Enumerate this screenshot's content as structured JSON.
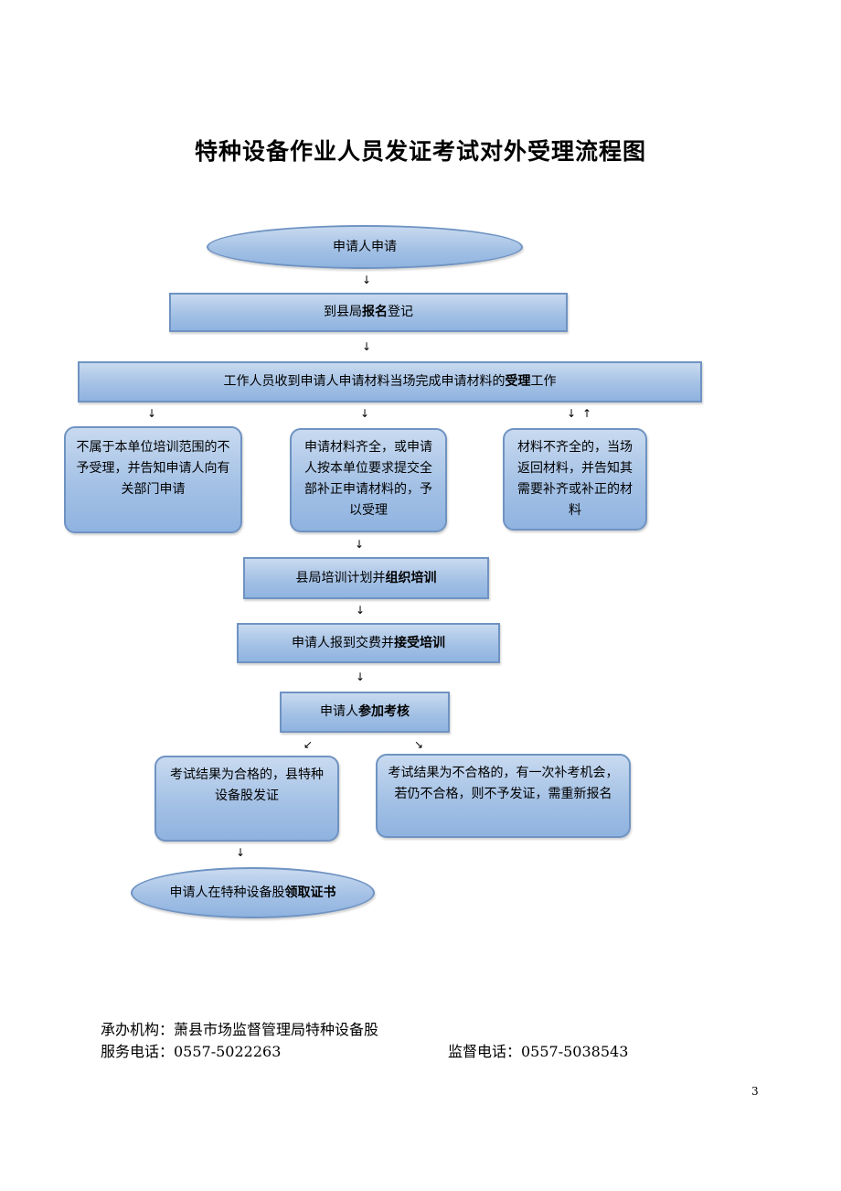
{
  "title": "特种设备作业人员发证考试对外受理流程图",
  "nodes": {
    "apply": "申请人申请",
    "register_pre": "到县局",
    "register_bold": "报名",
    "register_post": "登记",
    "accept_pre": "工作人员收到申请人申请材料当场完成申请材料的",
    "accept_bold": "受理",
    "accept_post": "工作",
    "reject": "不属于本单位培训范围的不予受理，并告知申请人向有关部门申请",
    "complete": "申请材料齐全，或申请人按本单位要求提交全部补正申请材料的，予以受理",
    "incomplete": "材料不齐全的，当场返回材料，并告知其需要补齐或补正的材料",
    "training_pre": "县局培训计划并",
    "training_bold": "组织培训",
    "fee_pre": "申请人报到交费并",
    "fee_bold": "接受培训",
    "exam_pre": "申请人",
    "exam_bold": "参加考核",
    "pass": "考试结果为合格的，县特种设备股发证",
    "fail": "考试结果为不合格的，有一次补考机会，若仍不合格，则不予发证，需重新报名",
    "cert_pre": "申请人在特种设备股",
    "cert_bold": "领取证书"
  },
  "arrows": {
    "down": "↓",
    "up": "↑",
    "down_left": "↙",
    "down_right": "↘"
  },
  "footer": {
    "organizer": "承办机构：萧县市场监督管理局特种设备股",
    "service_phone": "服务电话：0557-5022263",
    "supervise_phone": "监督电话：0557-5038543"
  },
  "page_number": "3",
  "colors": {
    "node_fill_top": "#c8daf0",
    "node_fill_bottom": "#8fb3e0",
    "node_border": "#6f93c2"
  }
}
